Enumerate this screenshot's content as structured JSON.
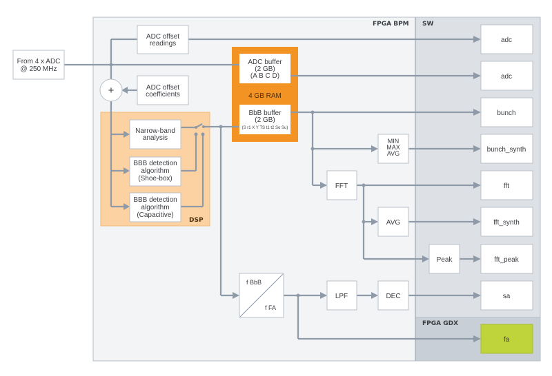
{
  "regions": {
    "fpga_bpm": "FPGA BPM",
    "sw": "SW",
    "fpga_gdx": "FPGA GDX",
    "dsp": "DSP"
  },
  "input": {
    "line1": "From 4 x ADC",
    "line2": "@ 250 MHz"
  },
  "adc_offset_readings": {
    "line1": "ADC offset",
    "line2": "readings"
  },
  "adc_offset_coefficients": {
    "line1": "ADC offset",
    "line2": "coefficients"
  },
  "adder": {
    "symbol": "+"
  },
  "ram": {
    "label": "4 GB RAM",
    "adc_buffer": {
      "line1": "ADC buffer",
      "line2": "(2 GB)",
      "line3": "(A B C D)"
    },
    "bbb_buffer": {
      "line1": "BbB buffer",
      "line2": "(2 GB)",
      "line3": "(S r1 X Y TS t1  t2  So Su)"
    }
  },
  "dsp_blocks": {
    "narrow_band": {
      "line1": "Narrow-band",
      "line2": "analysis"
    },
    "shoebox": {
      "line1": "BBB detection",
      "line2": "algorithm",
      "line3": "(Shoe-box)"
    },
    "capacitive": {
      "line1": "BBB detection",
      "line2": "algorithm",
      "line3": "(Capacitive)"
    }
  },
  "processing": {
    "min_max_avg": {
      "line1": "MIN",
      "line2": "MAX",
      "line3": "AVG"
    },
    "fft": "FFT",
    "avg": "AVG",
    "peak": "Peak",
    "freq_conv": {
      "top": "f BbB",
      "bottom": "f FA"
    },
    "lpf": "LPF",
    "dec": "DEC"
  },
  "outputs": [
    "adc",
    "adc",
    "bunch",
    "bunch_synth",
    "fft",
    "fft_synth",
    "fft_peak",
    "sa"
  ],
  "gdx_output": "fa",
  "colors": {
    "fpga_bpm_bg": "#f2f4f6",
    "sw_bg": "#dde1e6",
    "gdx_bg": "#c9cfd6",
    "ram_orange": "#f39323",
    "dsp_bg": "#fcd2a2",
    "fa_green": "#bfd43a",
    "line": "#8e9aa8"
  }
}
